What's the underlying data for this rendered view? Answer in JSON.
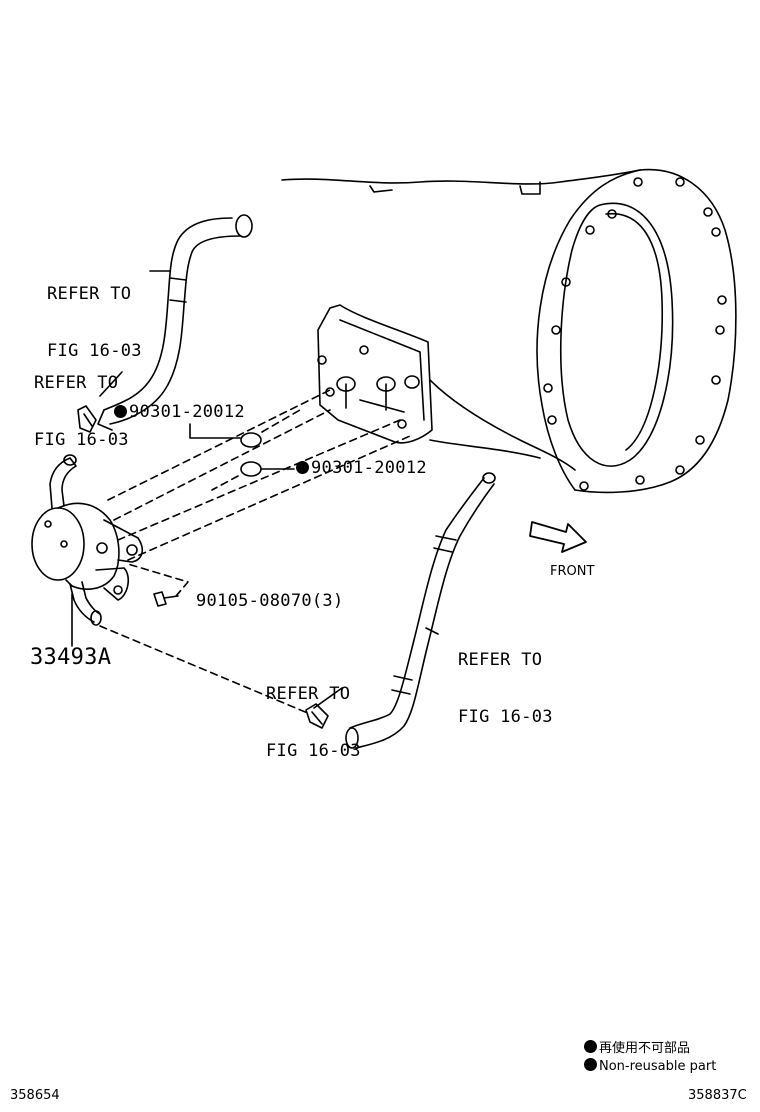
{
  "refs": {
    "refer_1": {
      "line1": "REFER TO",
      "line2": "FIG 16-03"
    },
    "refer_2": {
      "line1": "REFER TO",
      "line2": "FIG 16-03"
    },
    "refer_3": {
      "line1": "REFER TO",
      "line2": "FIG 16-03"
    },
    "refer_4": {
      "line1": "REFER TO",
      "line2": "FIG 16-03"
    }
  },
  "parts": {
    "oring_upper": "90301-20012",
    "oring_lower": "90301-20012",
    "bolt": "90105-08070(3)",
    "cooler": "33493A"
  },
  "direction_label": "FRONT",
  "legend": {
    "jp": "再使用不可部品",
    "en": "Non-reusable part"
  },
  "footer": {
    "left_id": "358654",
    "right_id": "358837C"
  }
}
